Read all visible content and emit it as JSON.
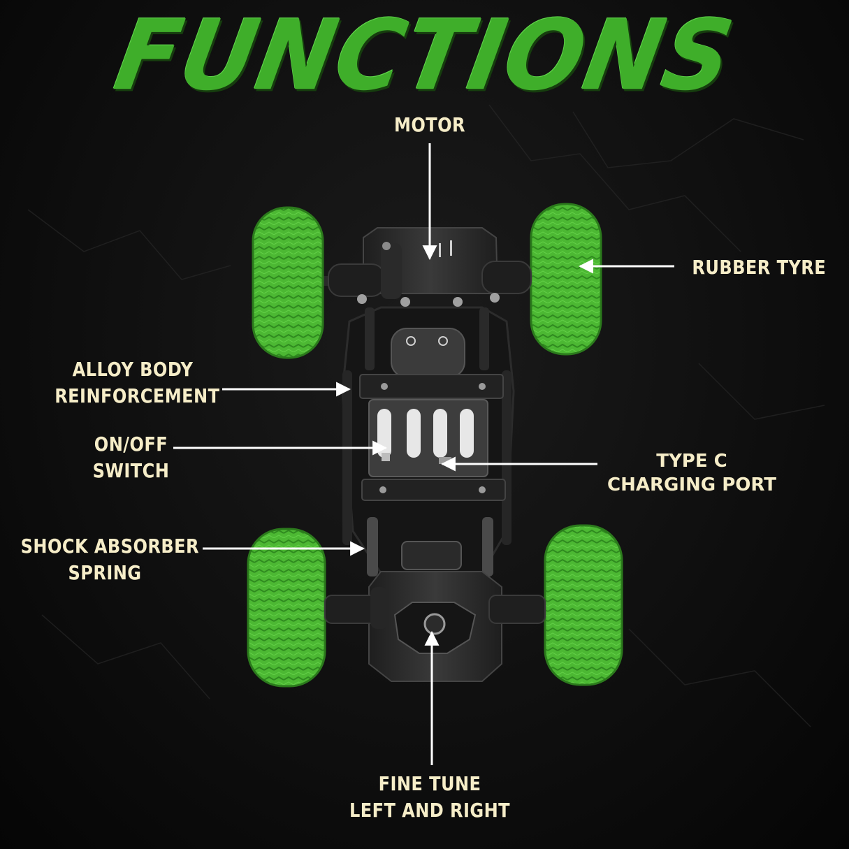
{
  "title": "FUNCTIONS",
  "colors": {
    "accent_green": "#3fae2a",
    "label_cream": "#f6edc8",
    "background": "#0b0b0b"
  },
  "labels": {
    "motor": "MOTOR",
    "rubber_tyre": "RUBBER TYRE",
    "alloy_body_line1": "ALLOY BODY",
    "alloy_body_line2": "REINFORCEMENT",
    "onoff_line1": "ON/OFF",
    "onoff_line2": "SWITCH",
    "typec_line1": "TYPE C",
    "typec_line2": "CHARGING PORT",
    "shock_line1": "SHOCK ABSORBER",
    "shock_line2": "SPRING",
    "finetune_line1": "FINE TUNE",
    "finetune_line2": "LEFT AND RIGHT"
  }
}
